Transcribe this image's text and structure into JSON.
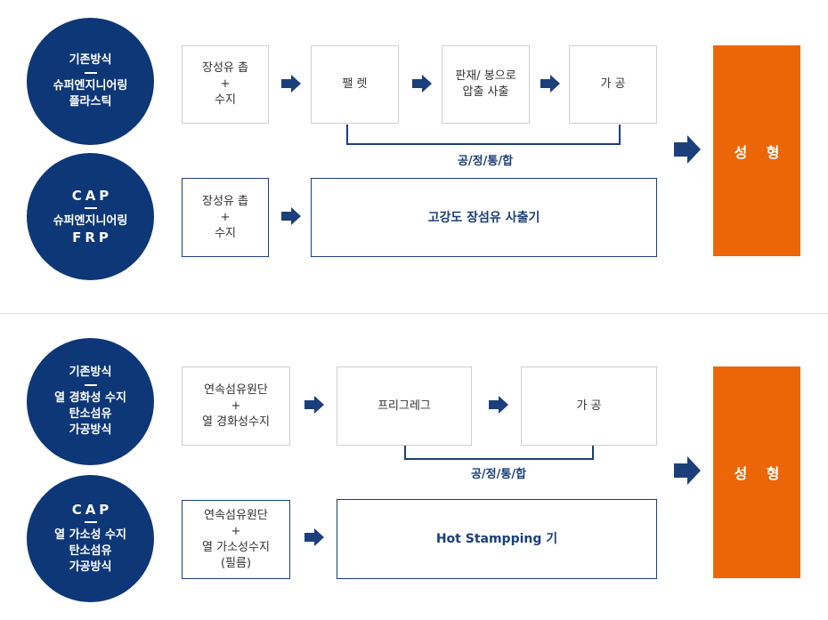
{
  "section1": {
    "circle1": {
      "line1": "기존방식",
      "line2": "슈퍼엔지니어링",
      "line3": "플라스틱"
    },
    "circle2": {
      "line1": "CAP",
      "line2": "슈퍼엔지니어링",
      "line3": "FRP"
    },
    "row1": {
      "box1": {
        "line1": "장성유 촙",
        "line2": "+",
        "line3": "수지"
      },
      "box2": "팰 렛",
      "box3": {
        "line1": "판재/ 봉으로",
        "line2": "압출 사출"
      },
      "box4": "가 공"
    },
    "bracket_label": "공/정/통/합",
    "row2": {
      "box1": {
        "line1": "장성유 촙",
        "line2": "+",
        "line3": "수지"
      },
      "box2": "고강도 장섬유 사출기"
    },
    "result": "성 형"
  },
  "section2": {
    "circle1": {
      "line1": "기존방식",
      "line2": "열 경화성 수지",
      "line3": "탄소섬유",
      "line4": "가공방식"
    },
    "circle2": {
      "line1": "CAP",
      "line2": "열 가소성 수지",
      "line3": "탄소섬유",
      "line4": "가공방식"
    },
    "row1": {
      "box1": {
        "line1": "연속섬유원단",
        "line2": "+",
        "line3": "열 경화성수지"
      },
      "box2": "프리그레그",
      "box3": "가 공"
    },
    "bracket_label": "공/정/통/합",
    "row2": {
      "box1": {
        "line1": "연속섬유원단",
        "line2": "+",
        "line3": "열 가소성수지",
        "line4": "(필름)"
      },
      "box2": "Hot Stampping 기"
    },
    "result": "성 형"
  },
  "colors": {
    "navy": "#0d3777",
    "orange": "#ec6607",
    "arrow": "#1b3f7a"
  }
}
